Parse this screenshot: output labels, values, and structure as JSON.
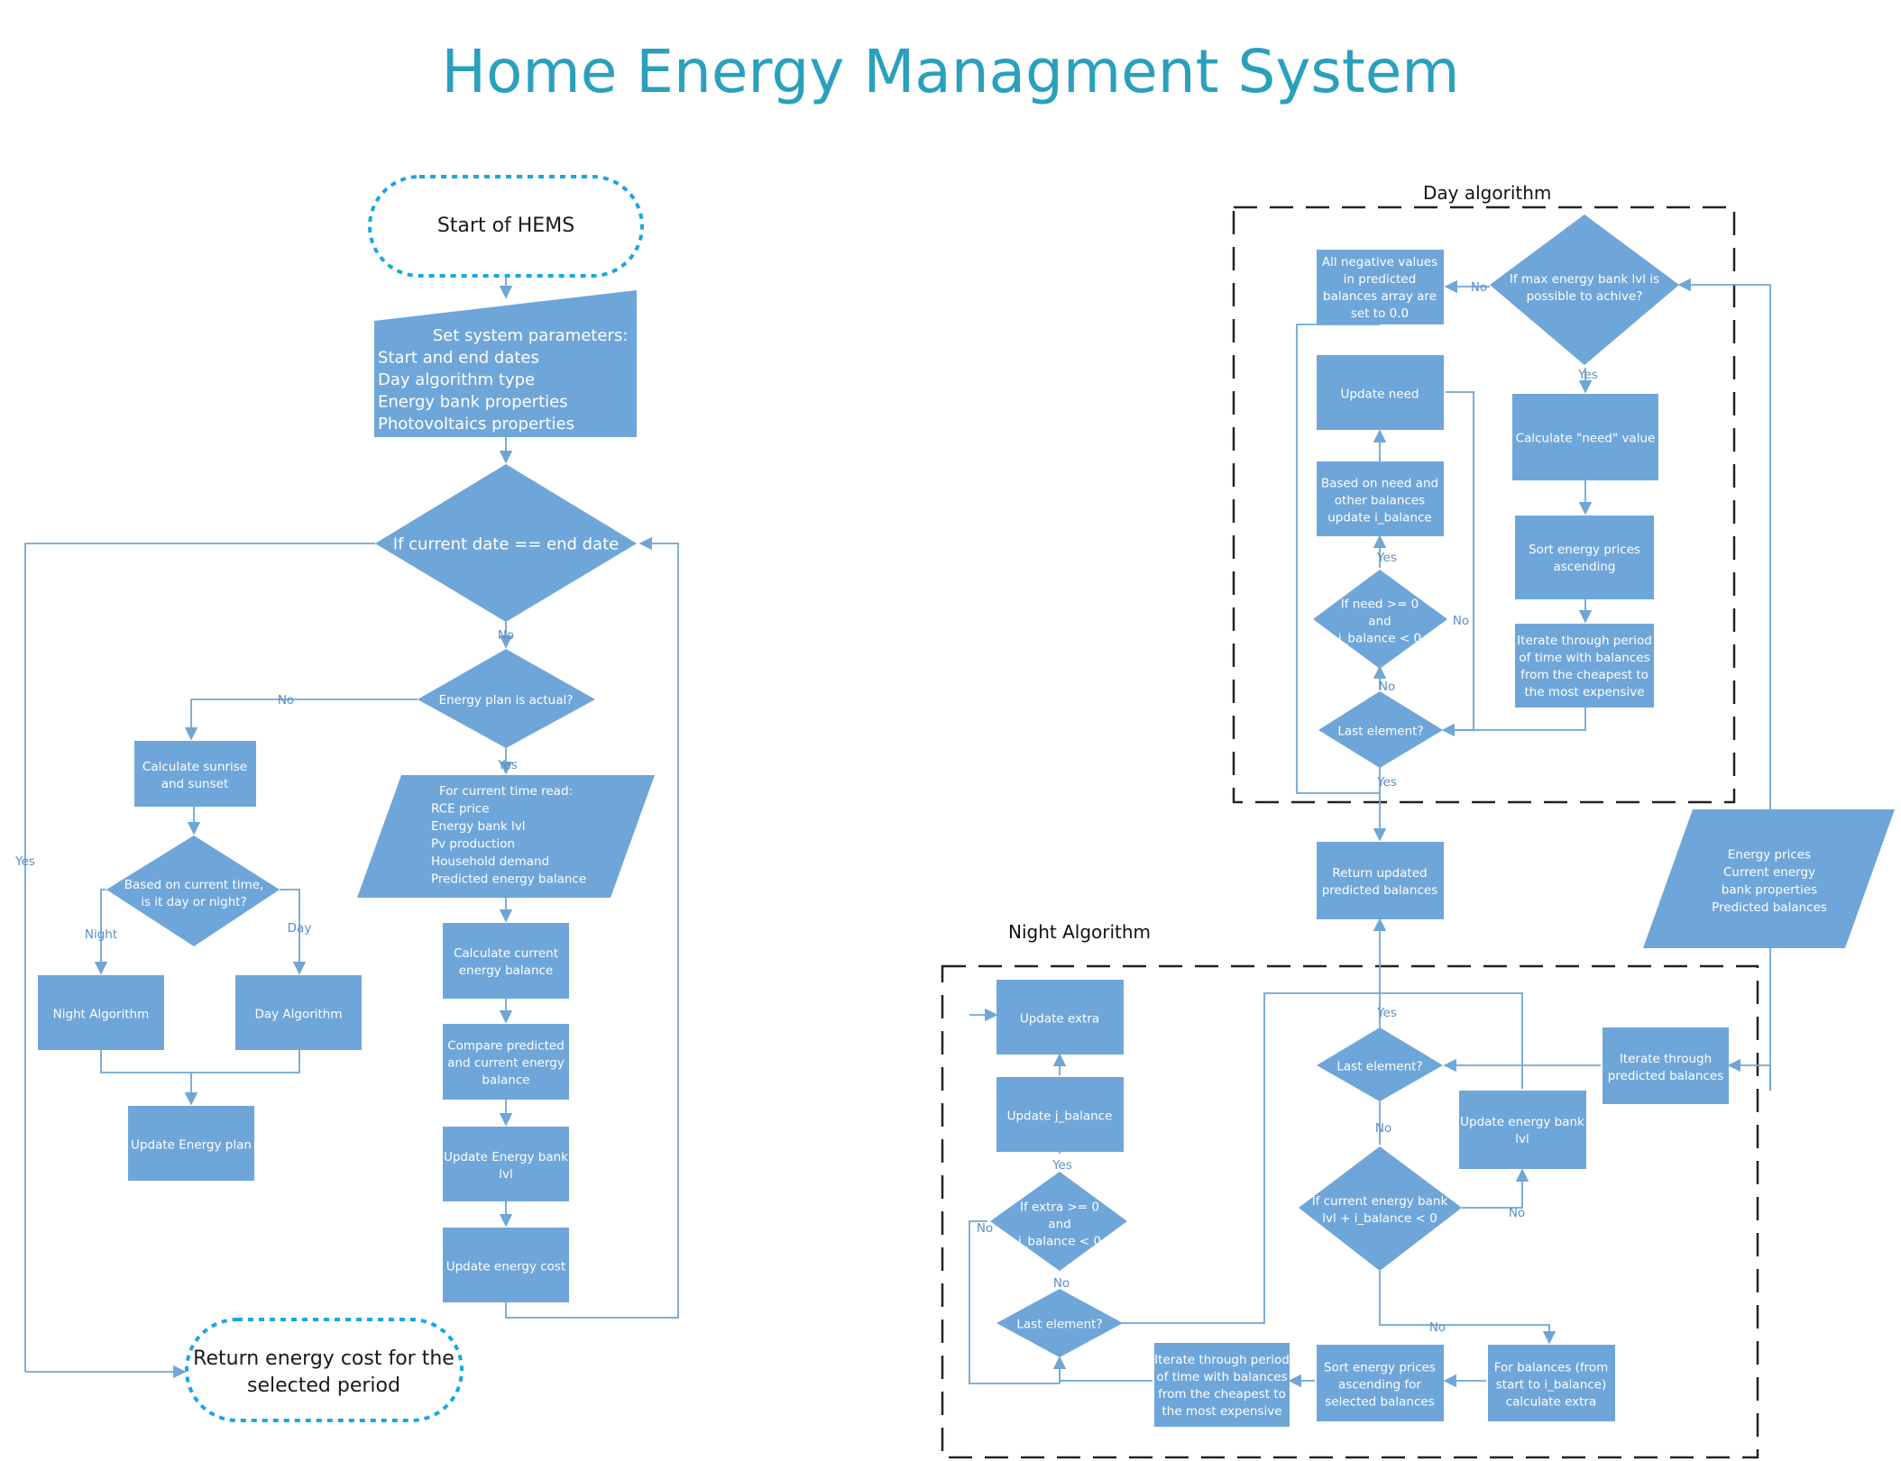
{
  "title": "Home Energy Managment System",
  "groups": {
    "day": "Day algorithm",
    "night": "Night Algorithm"
  },
  "nodes": {
    "start": "Start of HEMS",
    "params": [
      "Set system parameters:",
      "Start and end dates",
      "Day algorithm type",
      "Energy bank properties",
      "Photovoltaics properties"
    ],
    "if_end": [
      "If current date == end date"
    ],
    "plan_actual": [
      "Energy plan is actual?"
    ],
    "calc_sun": [
      "Calculate sunrise",
      "and sunset"
    ],
    "day_night": [
      "Based on current time,",
      "is it day or night?"
    ],
    "night_alg": [
      "Night Algorithm"
    ],
    "day_alg": [
      "Day Algorithm"
    ],
    "update_plan": [
      "Update Energy plan"
    ],
    "read": [
      "For current time read:",
      "RCE price",
      "Energy bank lvl",
      "Pv production",
      "Household demand",
      "Predicted energy balance"
    ],
    "calc_balance": [
      "Calculate current",
      "energy balance"
    ],
    "compare": [
      "Compare predicted",
      "and current energy",
      "balance"
    ],
    "update_bank": [
      "Update Energy bank",
      "lvl"
    ],
    "update_cost": [
      "Update energy cost"
    ],
    "return_cost": [
      "Return energy cost for the",
      "selected period"
    ],
    "d_max": [
      "If max energy bank lvl is",
      "possible to achive?"
    ],
    "d_negative": [
      "All negative values",
      "in predicted",
      "balances array are",
      "set to 0.0"
    ],
    "d_calc_need": [
      "Calculate \"need\" value"
    ],
    "d_sort": [
      "Sort energy prices",
      "ascending"
    ],
    "d_iterate": [
      "Iterate through period",
      "of time with balances",
      "from the cheapest to",
      "the most expensive"
    ],
    "d_update_need": [
      "Update need"
    ],
    "d_based": [
      "Based on need and",
      "other balances",
      "update i_balance"
    ],
    "d_if_need": [
      "If need >= 0",
      "and",
      "i_balance < 0"
    ],
    "d_last": [
      "Last element?"
    ],
    "return_updated": [
      "Return updated",
      "predicted balances"
    ],
    "inputs": [
      "Energy prices",
      "Current energy",
      "bank properties",
      "Predicted balances"
    ],
    "n_update_extra": [
      "Update extra"
    ],
    "n_update_j": [
      "Update j_balance"
    ],
    "n_if_extra": [
      "If extra >= 0",
      "and",
      "j_balance < 0"
    ],
    "n_last_left": [
      "Last element?"
    ],
    "n_iterate": [
      "Iterate through period",
      "of time with balances",
      "from the cheapest to",
      "the most expensive"
    ],
    "n_last": [
      "Last element?"
    ],
    "n_iter_pred": [
      "Iterate through",
      "predicted balances"
    ],
    "n_update_bank": [
      "Update energy bank",
      "lvl"
    ],
    "n_if_bank": [
      "If current energy bank",
      "lvl + i_balance < 0"
    ],
    "n_sort": [
      "Sort energy prices",
      "ascending for",
      "selected balances"
    ],
    "n_for_bal": [
      "For balances (from",
      "start to i_balance)",
      "calculate extra"
    ]
  },
  "labels": {
    "yes": "Yes",
    "no": "No",
    "night": "Night",
    "day": "Day"
  },
  "colors": {
    "node_fill": "#6fa6d9",
    "connector": "#6fa6d4",
    "terminator_border": "#19a7e0",
    "title": "#2aa0bd"
  }
}
